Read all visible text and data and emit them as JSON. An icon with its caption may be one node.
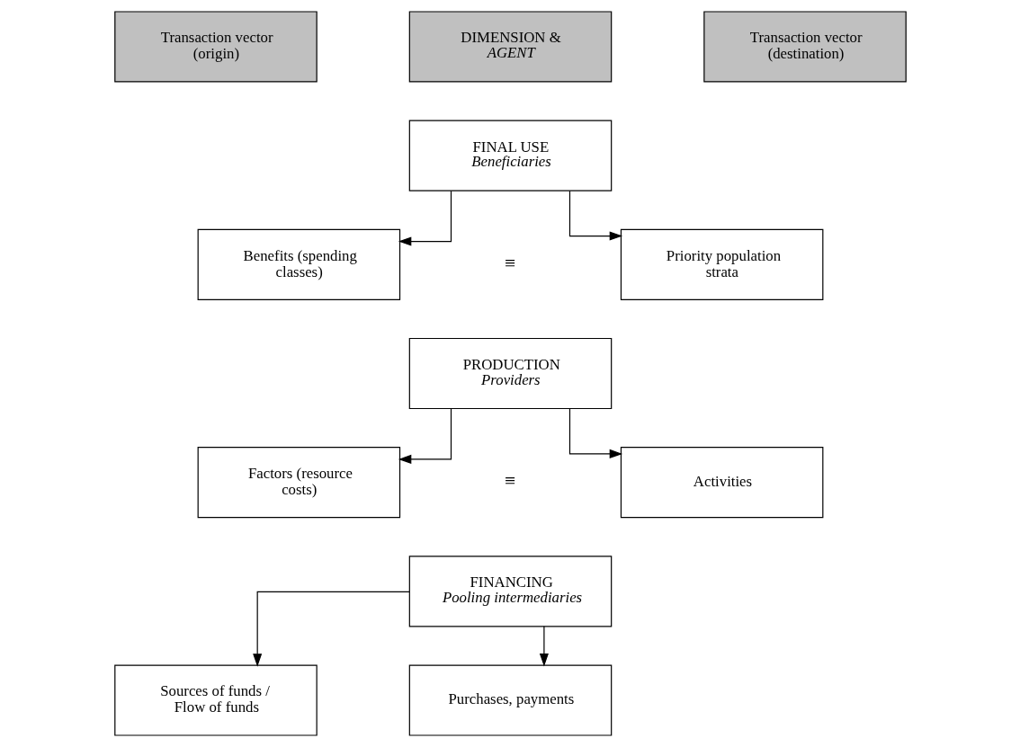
{
  "diagram": {
    "nodes": [
      {
        "text": [
          "Transaction vector (origin)"
        ]
      },
      {
        "text": [
          "DIMENSION & *AGENT*"
        ]
      },
      {
        "text": [
          "Transaction vector (destination)"
        ]
      },
      {
        "text": [
          "FINAL USE",
          "Beneficiaries"
        ]
      },
      {
        "text": [
          "Benefits (spending classes)"
        ]
      },
      {
        "text": [
          "Priority population strata"
        ]
      },
      {
        "text": [
          "PRODUCTION",
          "Providers"
        ]
      },
      {
        "text": [
          "Factors (resource costs)"
        ]
      },
      {
        "text": [
          "Activities"
        ]
      },
      {
        "text": [
          "FINANCING",
          "Pooling intermediaries"
        ]
      },
      {
        "text": [
          "Sources of funds /  Flow of funds"
        ]
      },
      {
        "text": [
          "Purchases, payments"
        ]
      }
    ],
    "edges": [
      {
        "from": 3,
        "to": 4,
        "arrow": "to"
      },
      {
        "from": 3,
        "to": 5,
        "arrow": "to"
      },
      {
        "from": 6,
        "to": 7,
        "arrow": "to"
      },
      {
        "from": 6,
        "to": 8,
        "arrow": "to"
      },
      {
        "from": 9,
        "to": 10,
        "arrow": "to"
      },
      {
        "from": 9,
        "to": 11,
        "arrow": "to"
      }
    ],
    "labels": [
      "≡",
      "≡"
    ]
  }
}
